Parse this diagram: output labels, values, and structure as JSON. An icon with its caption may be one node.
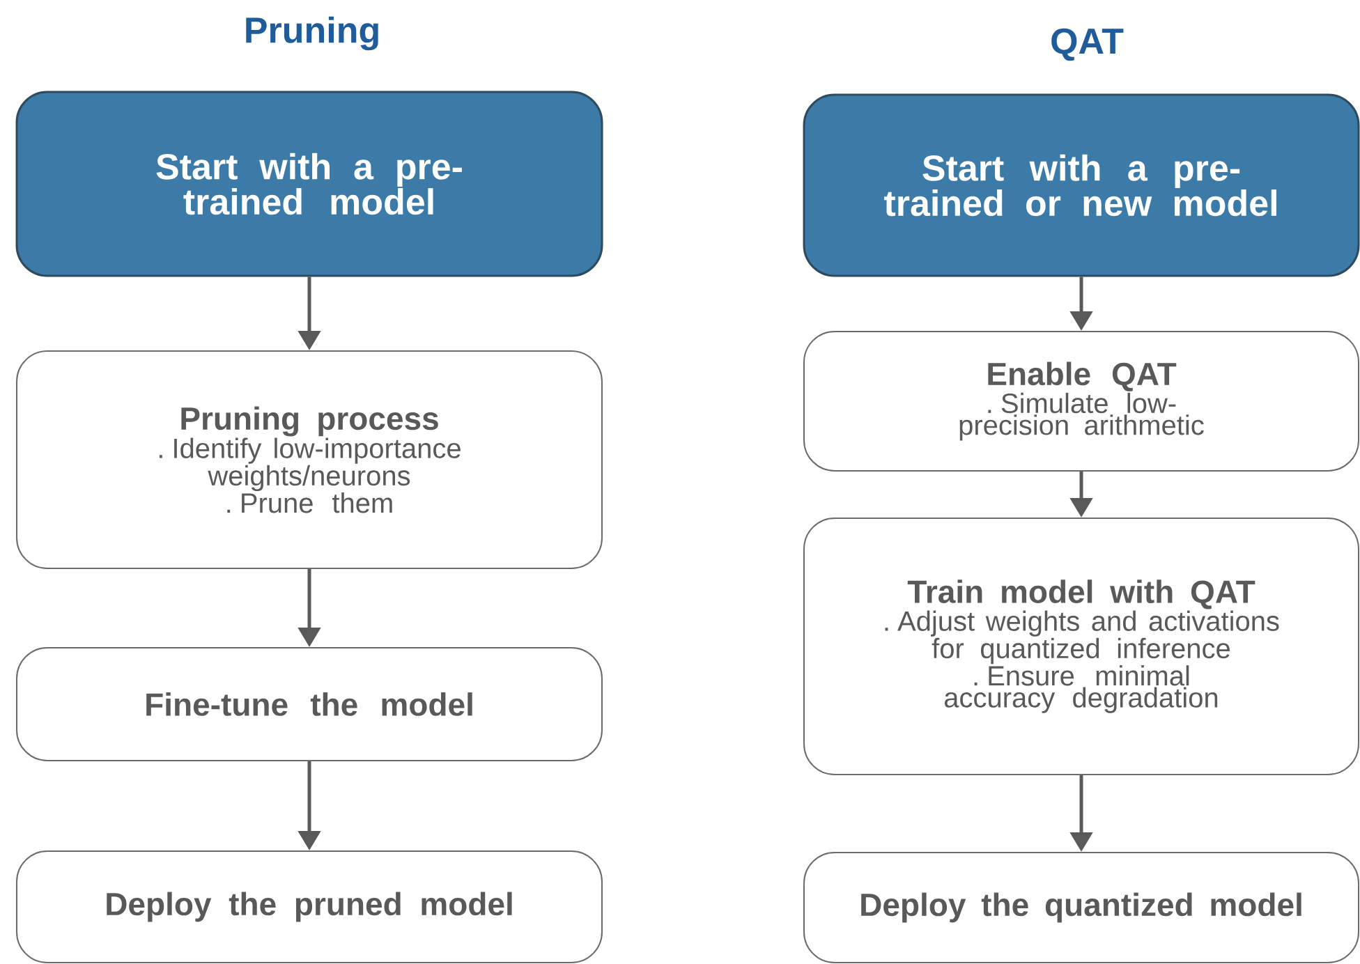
{
  "diagram": {
    "nodes": [
      {
        "text": [
          "Start with a pre-trained model"
        ]
      },
      {
        "text": [
          "Pruning process",
          ". Identify low-importance weights/neurons",
          ". Prune them"
        ]
      },
      {
        "text": [
          "Fine-tune the model"
        ]
      },
      {
        "text": [
          "Deploy the pruned model"
        ]
      },
      {
        "text": [
          "Start with a pre-trained or new model"
        ]
      },
      {
        "text": [
          "Enable QAT",
          ". Simulate low-precision arithmetic"
        ]
      },
      {
        "text": [
          "Train model with QAT",
          ". Adjust weights and activations for quantized inference",
          ". Ensure minimal accuracy degradation"
        ]
      },
      {
        "text": [
          "Deploy the quantized model"
        ]
      }
    ],
    "edges": [
      {
        "from": 0,
        "to": 1,
        "arrow": "to"
      },
      {
        "from": 1,
        "to": 2,
        "arrow": "to"
      },
      {
        "from": 2,
        "to": 3,
        "arrow": "to"
      },
      {
        "from": 4,
        "to": 5,
        "arrow": "to"
      },
      {
        "from": 5,
        "to": 6,
        "arrow": "to"
      },
      {
        "from": 6,
        "to": 7,
        "arrow": "to"
      }
    ],
    "labels": [
      "Pruning",
      "QAT"
    ]
  }
}
